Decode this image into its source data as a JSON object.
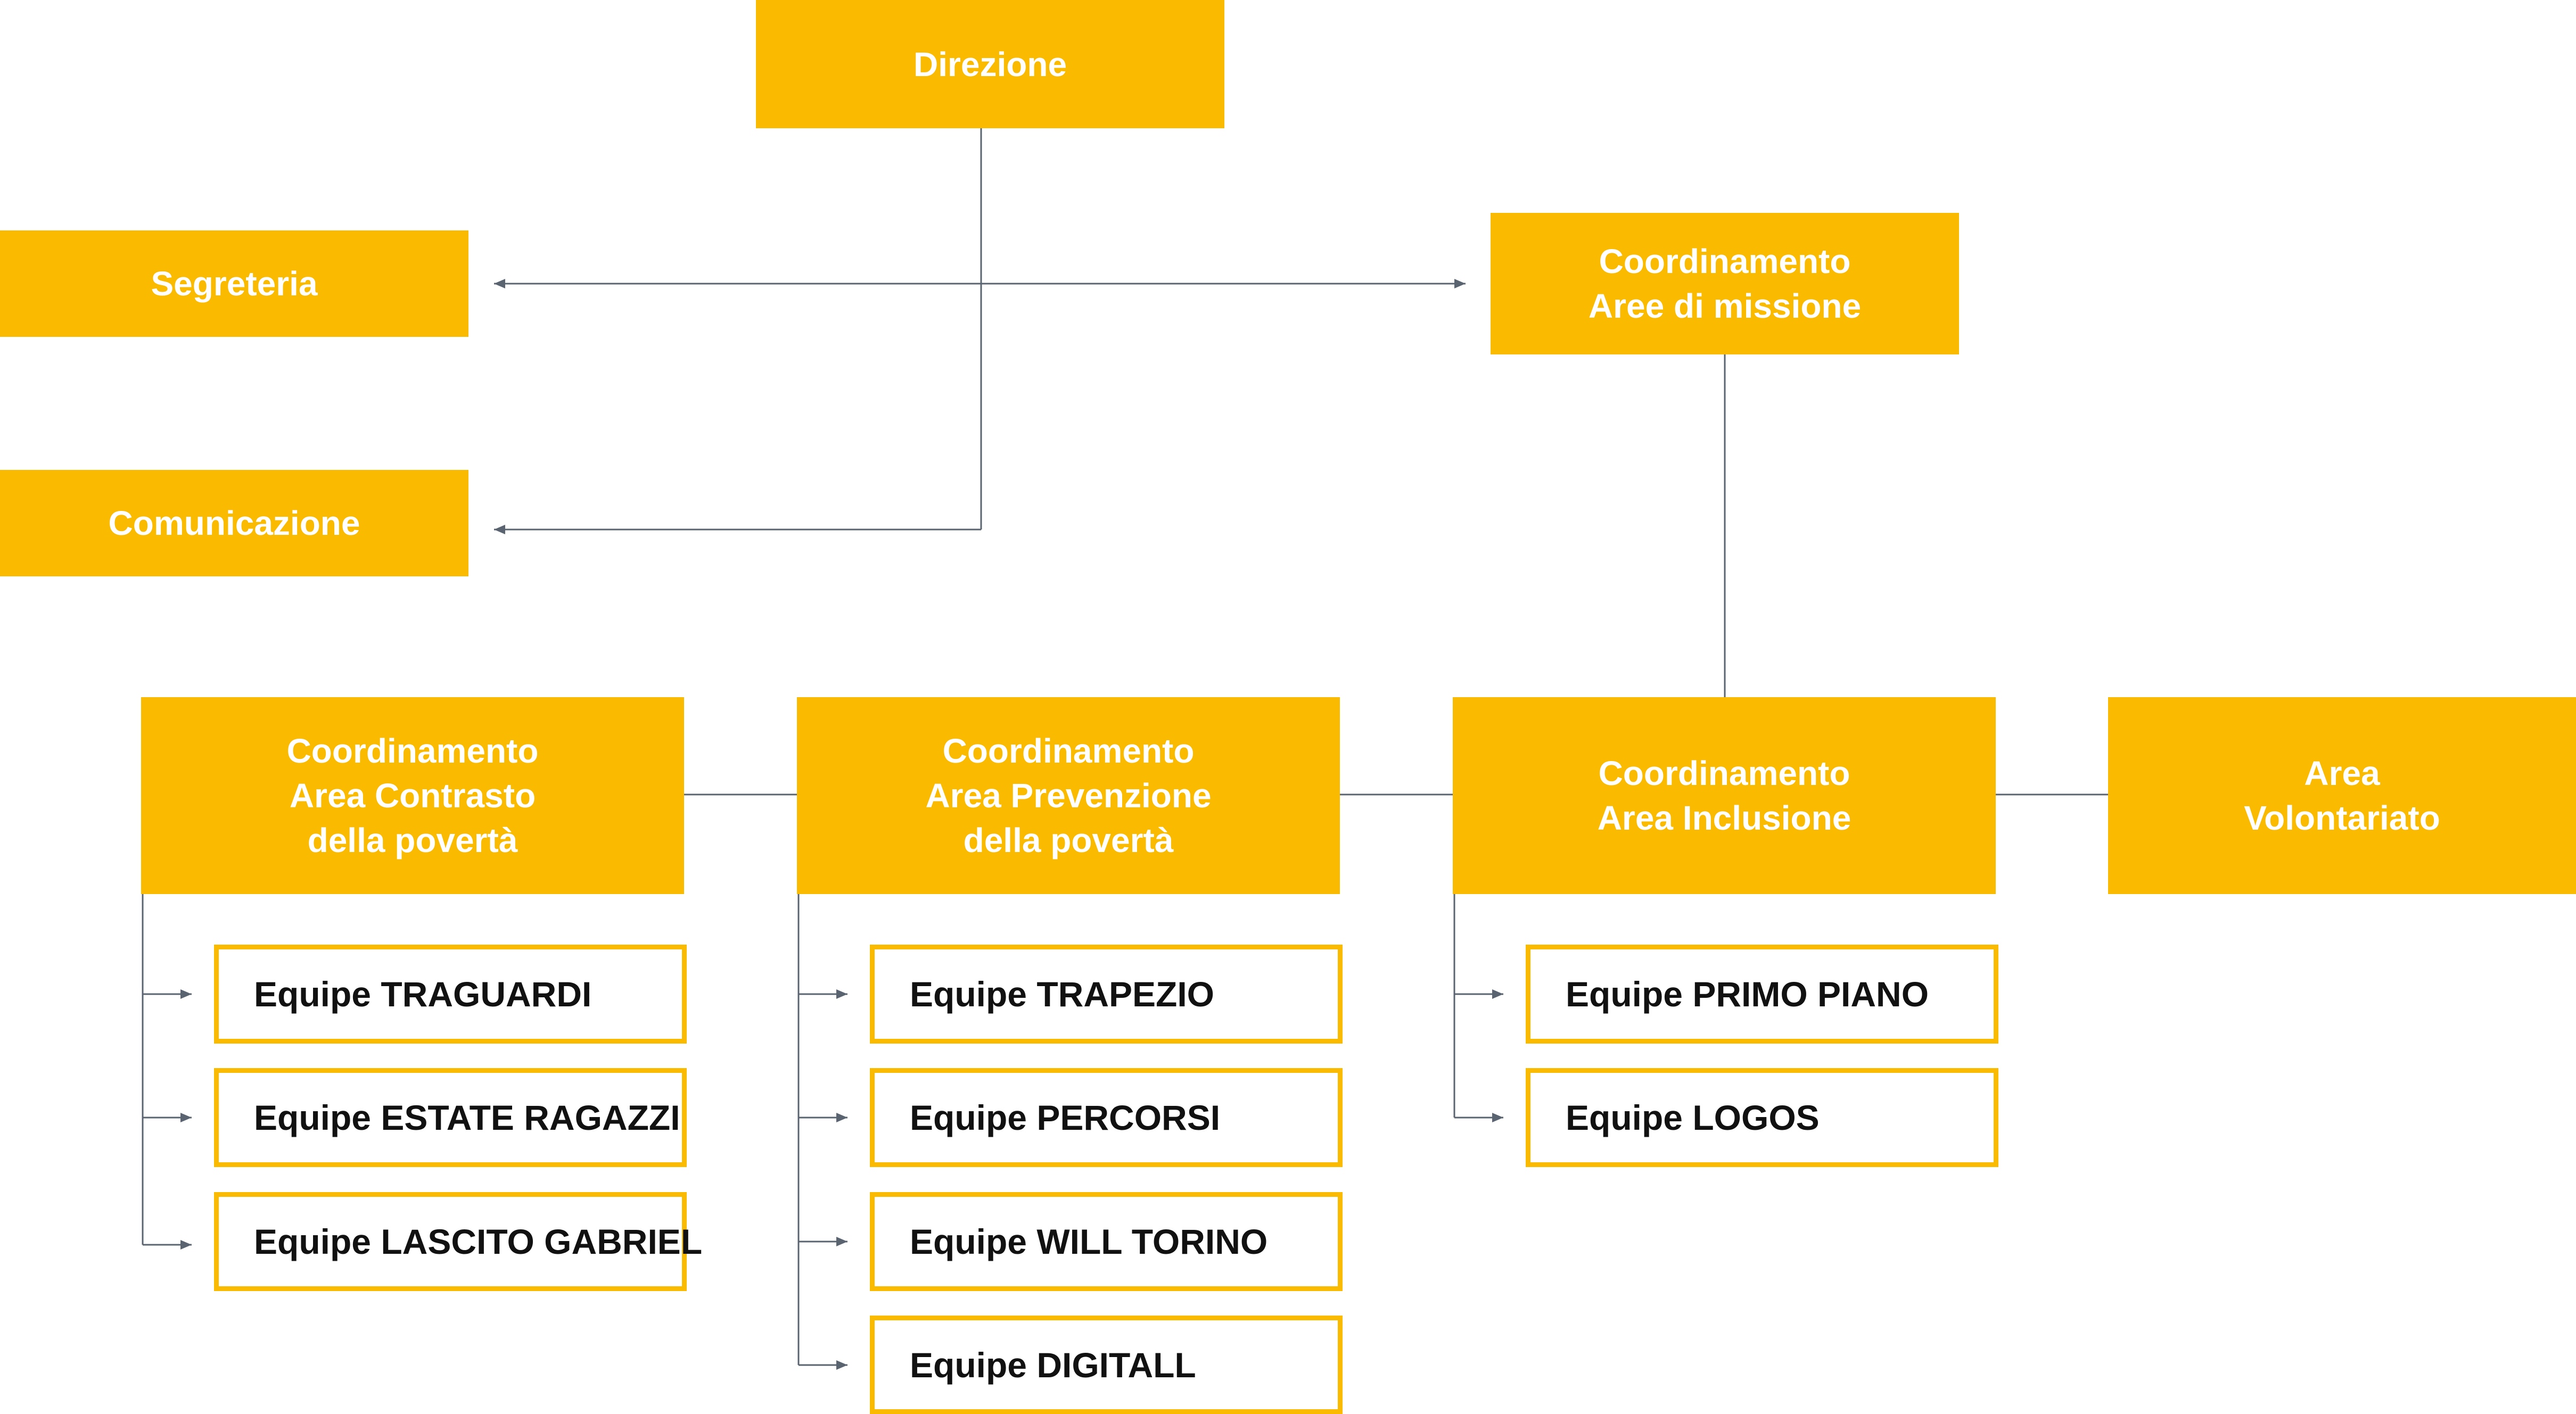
{
  "colors": {
    "accent": "#FABA00",
    "connector": "#5a6470",
    "header_text": "#ffffff",
    "team_text": "#111111"
  },
  "nodes": {
    "direzione": "Direzione",
    "segreteria": "Segreteria",
    "comunicazione": "Comunicazione",
    "coord_missione": "Coordinamento\nAree di missione",
    "coord_contrasto": "Coordinamento\nArea Contrasto\ndella povertà",
    "coord_prevenzione": "Coordinamento\nArea Prevenzione\ndella povertà",
    "coord_inclusione": "Coordinamento\nArea Inclusione",
    "area_volontariato": "Area\nVolontariato"
  },
  "teams": {
    "contrasto": [
      "Equipe TRAGUARDI",
      "Equipe ESTATE RAGAZZI",
      "Equipe LASCITO GABRIEL"
    ],
    "prevenzione": [
      "Equipe TRAPEZIO",
      "Equipe PERCORSI",
      "Equipe WILL TORINO",
      "Equipe DIGITALL"
    ],
    "inclusione": [
      "Equipe PRIMO PIANO",
      "Equipe LOGOS"
    ]
  }
}
